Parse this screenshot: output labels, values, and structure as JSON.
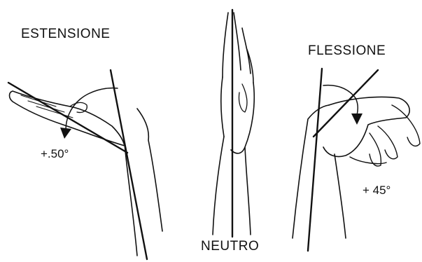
{
  "labels": {
    "extension": "ESTENSIONE",
    "flexion": "FLESSIONE",
    "neutral": "NEUTRO",
    "extension_angle": "+.50°",
    "flexion_angle": "+ 45°"
  },
  "colors": {
    "ink": "#111111",
    "background": "#ffffff"
  }
}
